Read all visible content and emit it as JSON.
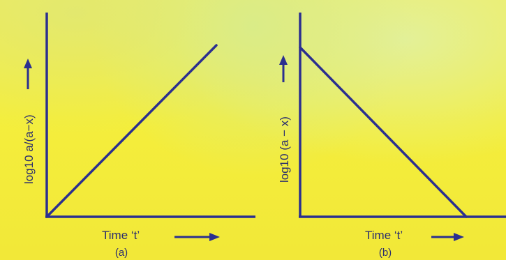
{
  "chart_data": [
    {
      "type": "line",
      "panel_caption": "(a)",
      "xlabel": "Time ‘t’",
      "ylabel": "log10 a/(a−x)",
      "series": [
        {
          "x": [
            0,
            1
          ],
          "y": [
            0,
            1
          ]
        }
      ],
      "grid": false,
      "axis_color": "#2b2f8f"
    },
    {
      "type": "line",
      "panel_caption": "(b)",
      "xlabel": "Time ‘t’",
      "ylabel": "log10 (a − x)",
      "series": [
        {
          "x": [
            0,
            1
          ],
          "y": [
            1,
            0
          ]
        }
      ],
      "grid": false,
      "axis_color": "#2b2f8f"
    }
  ]
}
